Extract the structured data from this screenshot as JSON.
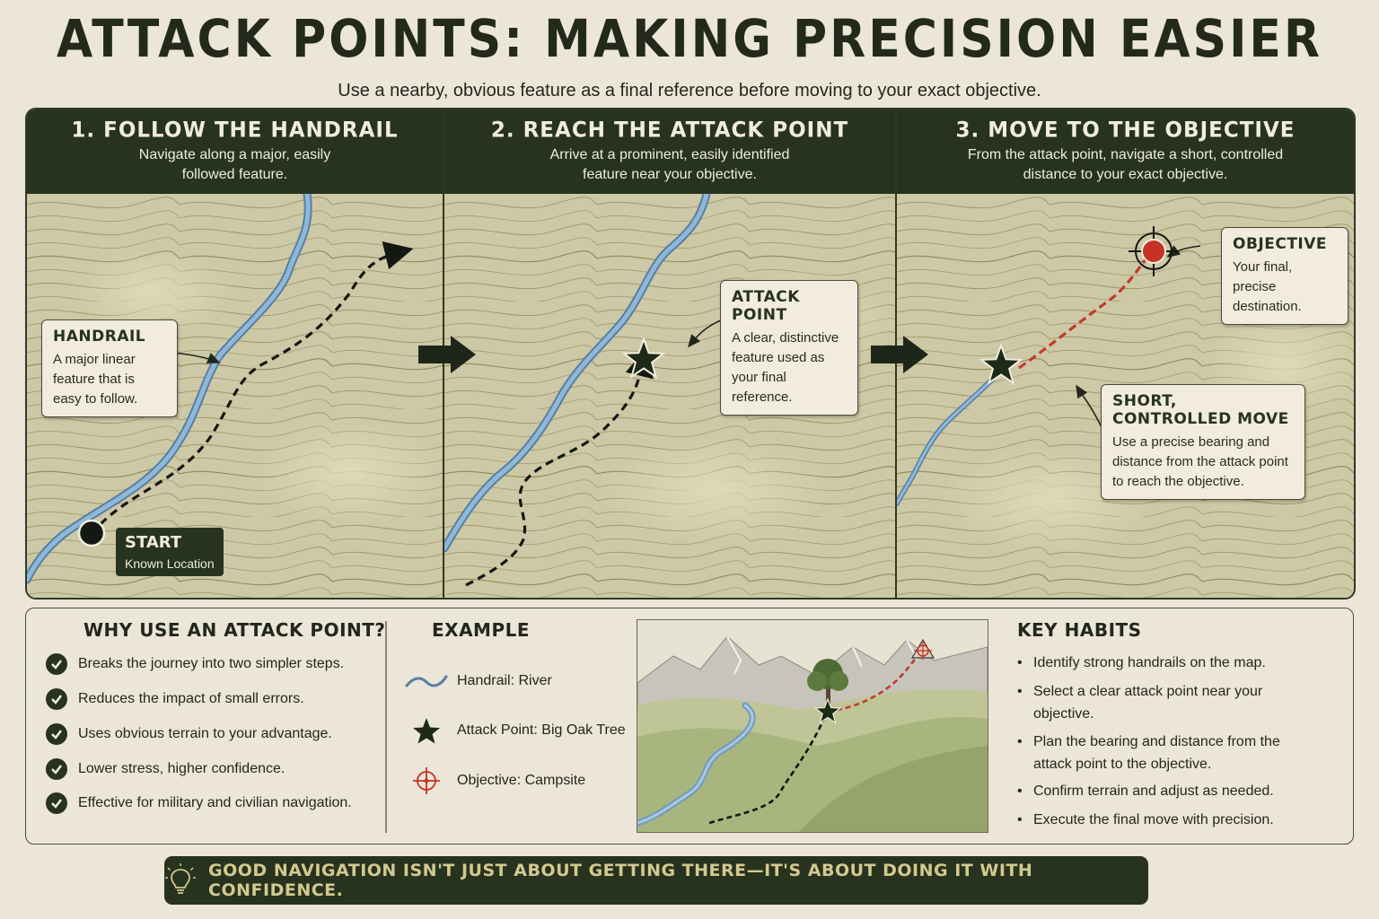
{
  "header": {
    "title": "ATTACK POINTS: MAKING PRECISION EASIER",
    "subtitle": "Use a nearby, obvious feature as a final reference before moving to your exact objective."
  },
  "steps": [
    {
      "title": "1. FOLLOW THE HANDRAIL",
      "description": "Navigate along a major, easily followed feature."
    },
    {
      "title": "2. REACH THE ATTACK POINT",
      "description": "Arrive at a prominent, easily identified feature near your objective."
    },
    {
      "title": "3. MOVE TO THE OBJECTIVE",
      "description": "From the attack point, navigate a short, controlled distance to your exact objective."
    }
  ],
  "callouts": {
    "handrail": {
      "title": "HANDRAIL",
      "text": "A major linear feature that is easy to follow."
    },
    "start": {
      "title": "START",
      "text": "Known Location"
    },
    "attack_point": {
      "title": "ATTACK POINT",
      "text": "A clear, distinctive feature used as your final reference."
    },
    "objective": {
      "title": "OBJECTIVE",
      "text": "Your final, precise destination."
    },
    "short_move": {
      "title": "SHORT, CONTROLLED MOVE",
      "text": "Use a precise bearing and distance from the attack point to reach the objective."
    }
  },
  "why": {
    "title": "WHY USE AN ATTACK POINT?",
    "items": [
      "Breaks the journey into two simpler steps.",
      "Reduces the impact of small errors.",
      "Uses obvious terrain to your advantage.",
      "Lower stress, higher confidence.",
      "Effective for military and civilian navigation."
    ]
  },
  "example": {
    "title": "EXAMPLE",
    "items": [
      {
        "icon": "river-icon",
        "label": "Handrail:  River"
      },
      {
        "icon": "star-icon",
        "label": "Attack Point:  Big Oak Tree"
      },
      {
        "icon": "crosshair-icon",
        "label": "Objective:  Campsite"
      }
    ]
  },
  "habits": {
    "title": "KEY HABITS",
    "items": [
      "Identify strong handrails on the map.",
      "Select a clear attack point near your objective.",
      "Plan the bearing and distance from the attack point to the objective.",
      "Confirm terrain and adjust as needed.",
      "Execute the final move with precision."
    ]
  },
  "footer": {
    "icon": "lightbulb-icon",
    "text": "GOOD NAVIGATION ISN'T JUST ABOUT GETTING THERE—IT'S ABOUT DOING IT WITH CONFIDENCE."
  },
  "colors": {
    "dark_green": "#27331f",
    "map_base": "#c9c4a0",
    "river": "#6f9bbf",
    "route_red": "#c23b2e",
    "objective_red": "#c63224",
    "footer_text": "#d4c98e",
    "background": "#ece6d8"
  }
}
